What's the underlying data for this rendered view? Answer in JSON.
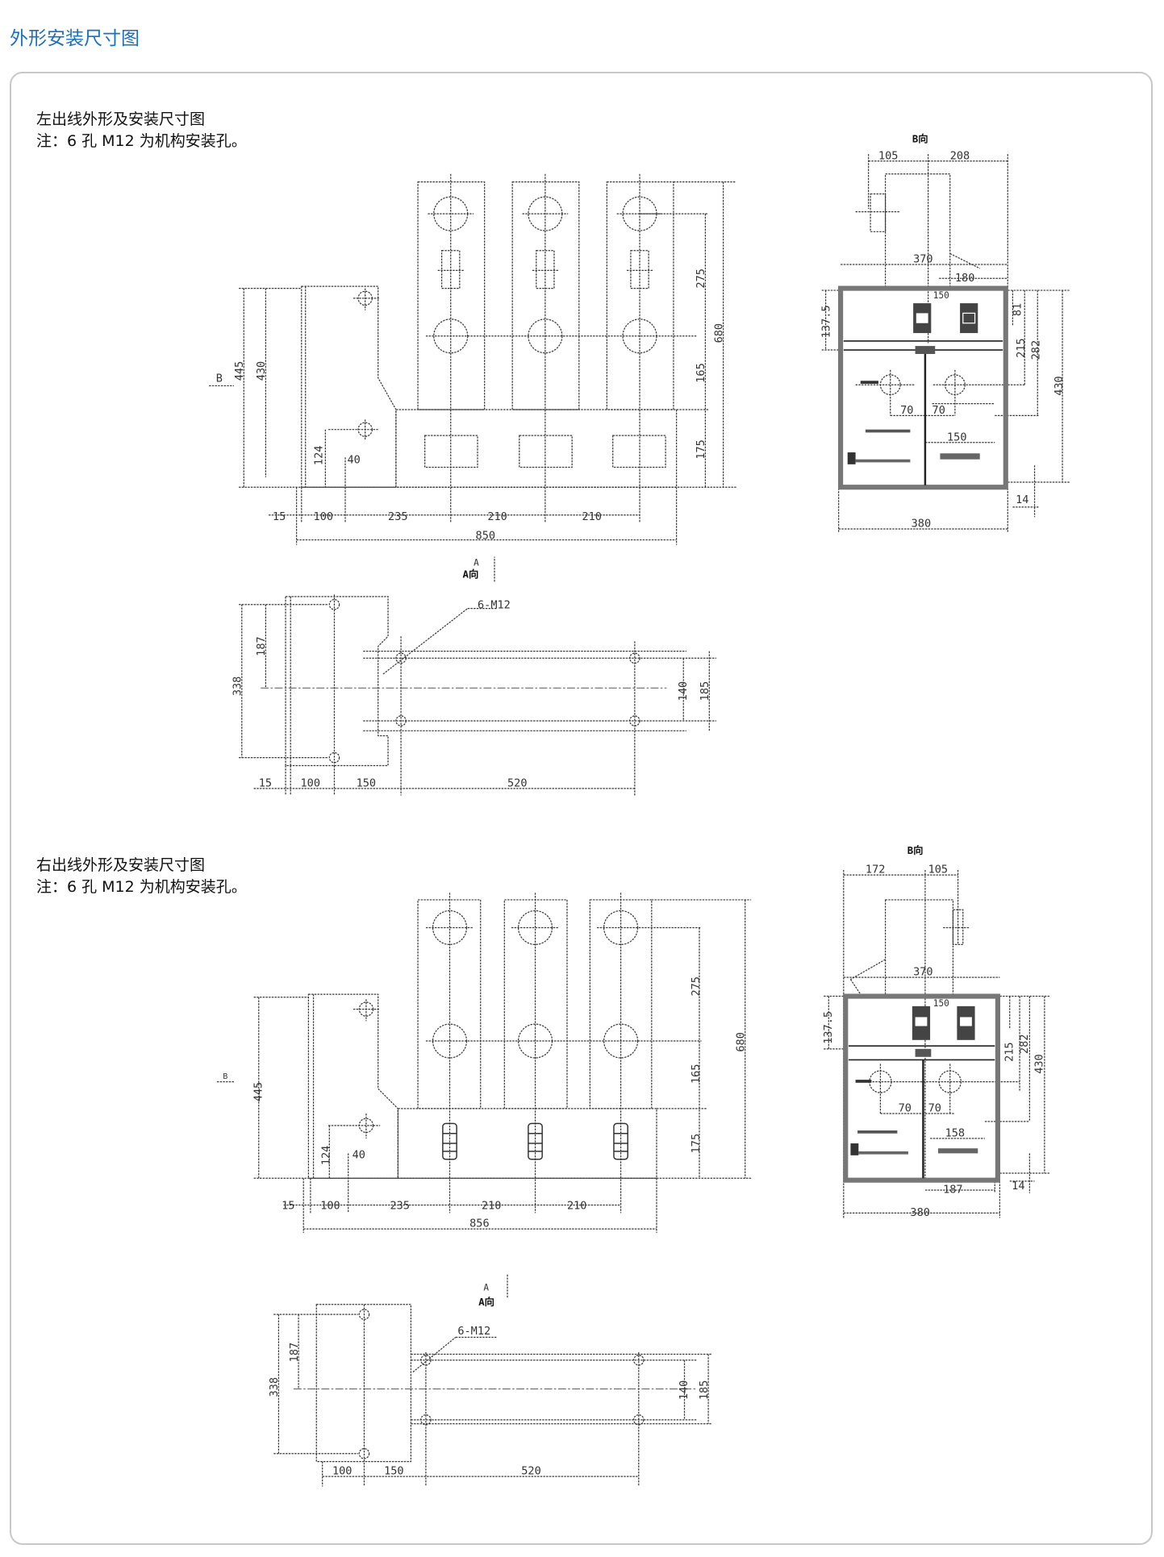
{
  "page_title": "外形安装尺寸图",
  "sections": [
    {
      "title": "左出线外形及安装尺寸图",
      "note": "注：6 孔 M12 为机构安装孔。",
      "front": [
        "445",
        "430",
        "B",
        "124",
        "40",
        "275",
        "680",
        "165",
        "175",
        "15",
        "100",
        "235",
        "210",
        "210",
        "850",
        "A",
        "A向"
      ],
      "plan": [
        "6-M12",
        "338",
        "187",
        "140",
        "185",
        "15",
        "100",
        "150",
        "520"
      ],
      "side": [
        "B向",
        "105",
        "208",
        "370",
        "180",
        "137.5",
        "81",
        "215",
        "282",
        "430",
        "14",
        "380",
        "70",
        "70",
        "150",
        "150"
      ]
    },
    {
      "title": "右出线外形及安装尺寸图",
      "note": "注：6 孔 M12 为机构安装孔。",
      "front": [
        "445",
        "B",
        "124",
        "40",
        "275",
        "680",
        "165",
        "175",
        "15",
        "100",
        "235",
        "210",
        "210",
        "856"
      ],
      "plan": [
        "A",
        "A向",
        "6-M12",
        "338",
        "187",
        "140",
        "185",
        "100",
        "150",
        "520"
      ],
      "side": [
        "B向",
        "172",
        "105",
        "370",
        "137.5",
        "215",
        "282",
        "430",
        "14",
        "187",
        "380",
        "70",
        "70",
        "158",
        "150"
      ]
    }
  ]
}
